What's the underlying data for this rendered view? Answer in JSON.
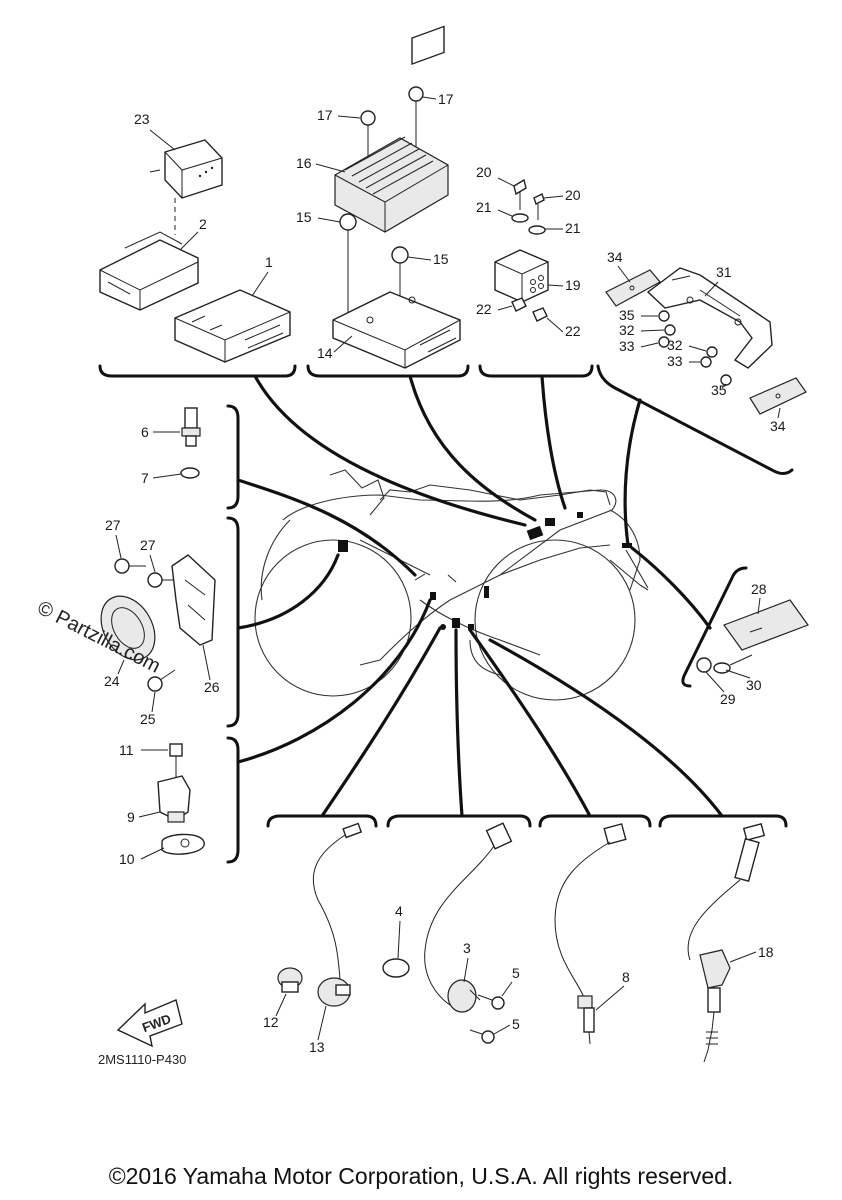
{
  "diagram": {
    "figure_code": "2MS1110-P430",
    "watermark": "© Partzilla.com",
    "copyright": "©2016 Yamaha Motor Corporation, U.S.A. All rights reserved.",
    "fwd_label": "FWD"
  },
  "parts": {
    "p1": "1",
    "p2": "2",
    "p3": "3",
    "p4": "4",
    "p5a": "5",
    "p5b": "5",
    "p6": "6",
    "p7": "7",
    "p8": "8",
    "p9": "9",
    "p10": "10",
    "p11": "11",
    "p12": "12",
    "p13": "13",
    "p14": "14",
    "p15a": "15",
    "p15b": "15",
    "p16": "16",
    "p17a": "17",
    "p17b": "17",
    "p18": "18",
    "p19": "19",
    "p20a": "20",
    "p20b": "20",
    "p21a": "21",
    "p21b": "21",
    "p22a": "22",
    "p22b": "22",
    "p23": "23",
    "p24": "24",
    "p25": "25",
    "p26": "26",
    "p27a": "27",
    "p27b": "27",
    "p28": "28",
    "p29": "29",
    "p30": "30",
    "p31": "31",
    "p32a": "32",
    "p32b": "32",
    "p33a": "33",
    "p33b": "33",
    "p34a": "34",
    "p34b": "34",
    "p35a": "35",
    "p35b": "35"
  }
}
